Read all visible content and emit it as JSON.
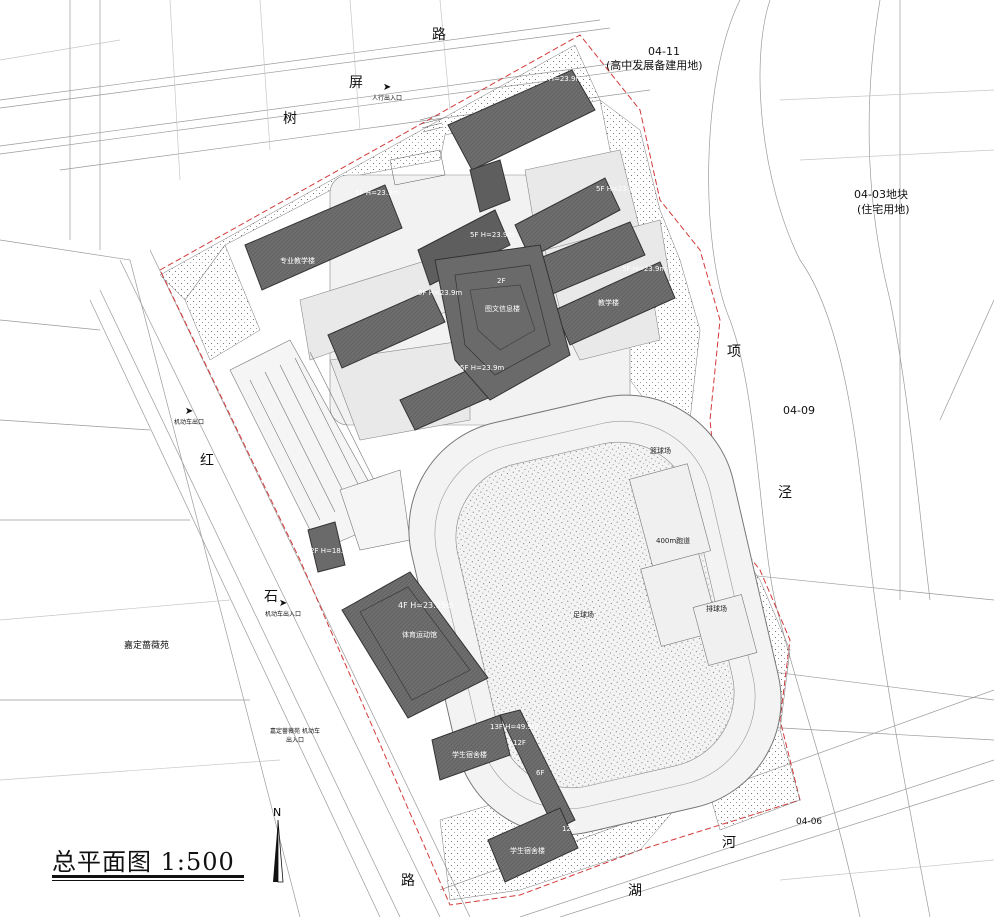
{
  "drawing": {
    "title": "总平面图 1:500",
    "north_label": "N"
  },
  "roads": {
    "north_road": [
      "屏",
      "树",
      "路"
    ],
    "west_road": [
      "红",
      "石",
      "路"
    ],
    "south_road": [
      "湖",
      "河"
    ],
    "east_river": [
      "项",
      "泾"
    ]
  },
  "zones": {
    "plot_0411_code": "04-11",
    "plot_0411_desc": "(高中发展备建用地)",
    "plot_0403_code": "04-03地块",
    "plot_0403_desc": "(住宅用地)",
    "plot_0409": "04-09",
    "plot_0406": "04-06",
    "west_community": "嘉定蔷薇苑"
  },
  "entrances": {
    "pedestrian": "人行出入口",
    "vehicle_north": "机动车出口",
    "vehicle_south": "机动车出入口",
    "community_vehicle": "嘉定蔷薇苑 机动车出入口"
  },
  "buildings": {
    "north_wing_e_tag": "5F H=23.9m",
    "center_tag": "5F H=23.9m",
    "hall_tag": "2F",
    "hall_name": "图文信息楼",
    "wing_ne2_tag": "5F H=23.9m",
    "wing_e3_tag": "5F H=23.9m",
    "wing_nw_tag": "5F H=23.9m",
    "wing_w_tag": "5F H=23.9m",
    "wing_sw_tag": "5F H=23.9m",
    "gym_tag": "4F H=23.95m",
    "gym_name": "体育运动馆",
    "gate_tag": "2F H=18.5m",
    "dorm_tag_1": "13F H=49.9m",
    "dorm_tag_2": "12F",
    "dorm_tag_3": "6F",
    "dorm_tag_4": "12F",
    "dorm_name": "学生宿舍楼",
    "classroom_name": "教学楼",
    "special_name": "专业教学楼",
    "field_label": "足球场",
    "track_label": "400m跑道",
    "basketball": "篮球场",
    "volleyball": "排球场"
  },
  "colors": {
    "building_fill": "#6e6e6e",
    "building_dark": "#4a4a4a",
    "roof_line": "#333333",
    "boundary_red": "#d23a3a",
    "line_gray": "#8c8c8c",
    "paving": "#e6e6e6"
  }
}
